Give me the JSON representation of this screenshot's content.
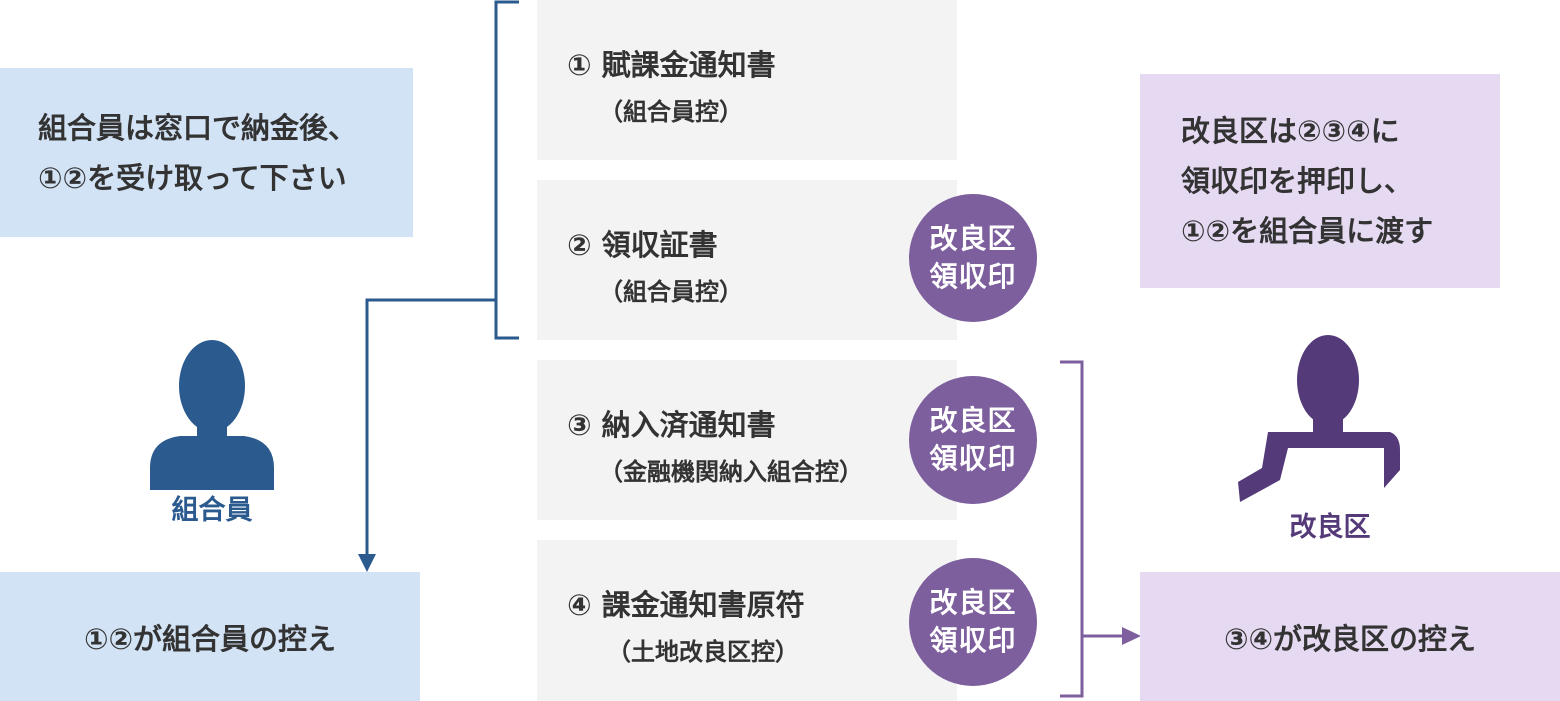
{
  "left_note": {
    "line1": "組合員は窓口で納金後、",
    "line2": "①②を受け取って下さい"
  },
  "right_note": {
    "line1": "改良区は②③④に",
    "line2": "領収印を押印し、",
    "line3": "①②を組合員に渡す"
  },
  "documents": [
    {
      "title": "① 賦課金通知書",
      "subtitle": "（組合員控）"
    },
    {
      "title": "② 領収証書",
      "subtitle": "（組合員控）"
    },
    {
      "title": "③ 納入済通知書",
      "subtitle": "（金融機関納入組合控）"
    },
    {
      "title": "④ 課金通知書原符",
      "subtitle": "（土地改良区控）"
    }
  ],
  "stamp": {
    "line1": "改良区",
    "line2": "領収印"
  },
  "member": {
    "label": "組合員"
  },
  "district": {
    "label": "改良区"
  },
  "member_result": "①②が組合員の控え",
  "district_result": "③④が改良区の控え",
  "colors": {
    "blue": "#2b5a8e",
    "purple": "#7d5f9e",
    "light_blue": "#d3e3f6",
    "light_purple": "#e6daf3"
  }
}
